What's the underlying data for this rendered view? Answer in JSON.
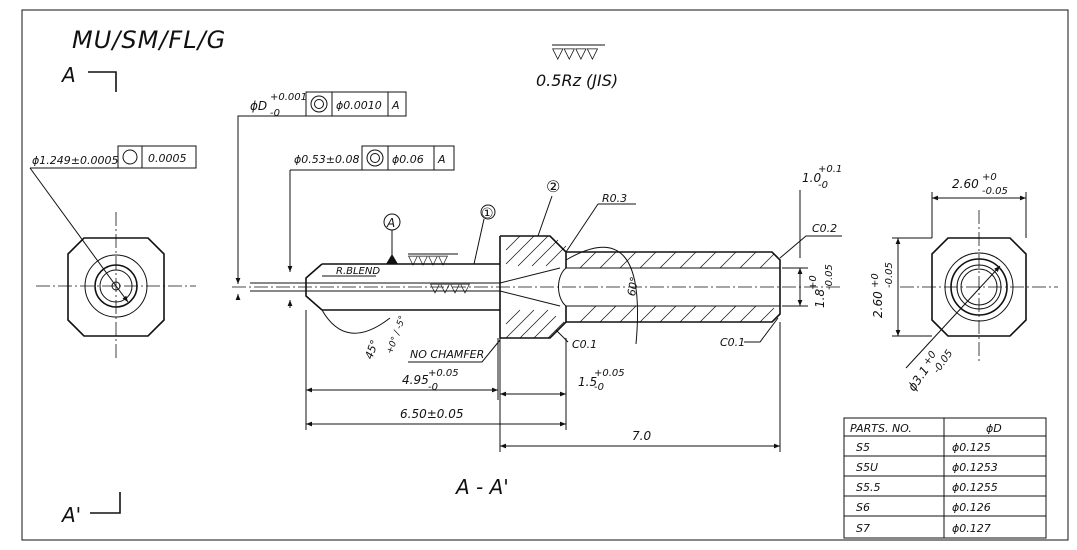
{
  "title": "MU/SM/FL/G",
  "section_marks": {
    "top": "A",
    "bottom": "A'",
    "view_label": "A - A'"
  },
  "surface_finish": {
    "symbol": "▽▽▽▽",
    "value": "0.5Rz (JIS)"
  },
  "left_view_tolerance": {
    "dia": "ϕ1.249±0.0005",
    "symbol": "◯",
    "value": "0.0005"
  },
  "bore_tolerance": {
    "dia_base": "ϕD",
    "dia_upper": "+0.001",
    "dia_lower": "-0",
    "symbol": "◎",
    "value": "ϕ0.0010",
    "datum": "A"
  },
  "shaft_tolerance": {
    "dia": "ϕ0.53±0.08",
    "symbol": "◎",
    "value": "ϕ0.06",
    "datum": "A"
  },
  "callouts": {
    "datum_a": "A",
    "part1": "①",
    "part2": "②",
    "r_blend": "R.BLEND",
    "no_chamfer": "NO CHAMFER",
    "r03": "R0.3",
    "c02": "C0.2",
    "c01_inner": "C0.1",
    "c01_outer": "C0.1",
    "angle60": "60°",
    "angle45": "45°",
    "angle45_tol": "+0° / -5°",
    "finish_marks": "▽▽▽▽"
  },
  "dims": {
    "d_tip_base": "1.0",
    "d_tip_upper": "+0.1",
    "d_tip_lower": "-0",
    "d_bore_base": "1.8",
    "d_bore_upper": "+0",
    "d_bore_lower": "-0.05",
    "d_495_base": "4.95",
    "d_495_upper": "+0.05",
    "d_495_lower": "-0",
    "d_15_base": "1.5",
    "d_15_upper": "+0.05",
    "d_15_lower": "-0",
    "d_650": "6.50±0.05",
    "d_70": "7.0",
    "d_260h_base": "2.60",
    "d_260h_upper": "+0",
    "d_260h_lower": "-0.05",
    "d_260v_base": "2.60",
    "d_260v_upper": "+0",
    "d_260v_lower": "-0.05",
    "d_31_base": "ϕ3.1",
    "d_31_upper": "+0",
    "d_31_lower": "-0.05"
  },
  "parts_table": {
    "headers": [
      "PARTS. NO.",
      "ϕD"
    ],
    "rows": [
      [
        "S5",
        "ϕ0.125"
      ],
      [
        "S5U",
        "ϕ0.1253"
      ],
      [
        "S5.5",
        "ϕ0.1255"
      ],
      [
        "S6",
        "ϕ0.126"
      ],
      [
        "S7",
        "ϕ0.127"
      ]
    ]
  }
}
